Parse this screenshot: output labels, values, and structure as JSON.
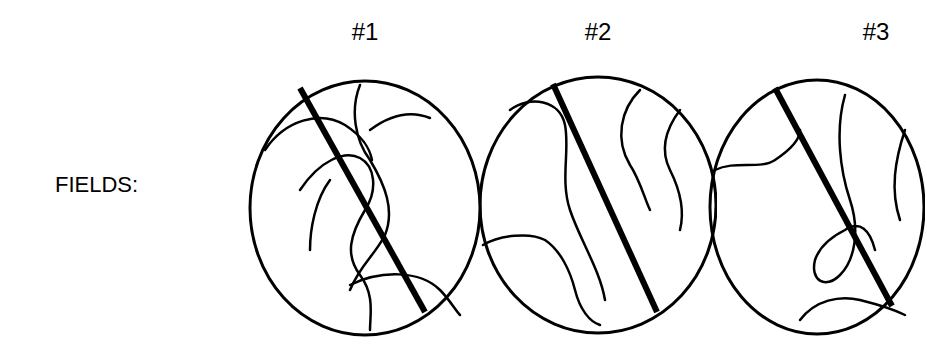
{
  "diagram": {
    "nodes": [
      {
        "text": [
          "#1"
        ]
      },
      {
        "text": [
          "#2"
        ]
      },
      {
        "text": [
          "#3"
        ]
      }
    ],
    "labels": [
      "FIELDS:"
    ]
  }
}
